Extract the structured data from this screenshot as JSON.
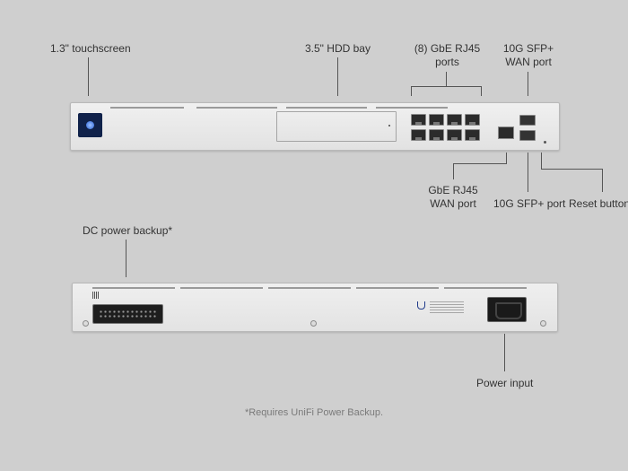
{
  "front_labels": {
    "touchscreen": "1.3\" touchscreen",
    "hdd_bay": "3.5\" HDD bay",
    "rj45_ports_line1": "(8) GbE RJ45",
    "rj45_ports_line2": "ports",
    "sfp_wan_line1": "10G SFP+",
    "sfp_wan_line2": "WAN port",
    "rj45_wan_line1": "GbE RJ45",
    "rj45_wan_line2": "WAN port",
    "sfp_port": "10G SFP+ port",
    "reset_button": "Reset button"
  },
  "rear_labels": {
    "dc_power": "DC power backup*",
    "power_input": "Power input"
  },
  "footnote": "*Requires UniFi Power Backup."
}
